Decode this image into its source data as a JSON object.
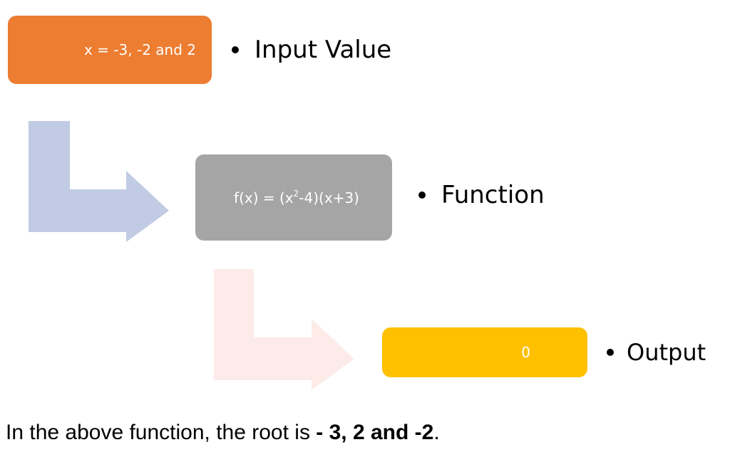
{
  "input_box": {
    "text": "x = -3, -2 and 2",
    "label": "Input Value",
    "color": "#ED7D31"
  },
  "function_box": {
    "text_prefix": "f(x) = (x",
    "exponent": "2",
    "text_suffix": "-4)(x+3)",
    "label": "Function",
    "color": "#A5A5A5"
  },
  "output_box": {
    "text": "0",
    "label": "Output",
    "color": "#FFC000"
  },
  "arrows": {
    "first_color": "#C1CBE4",
    "second_color": "#FCEBE8"
  },
  "caption": {
    "prefix": "In the above function, the root is ",
    "roots": "- 3, 2 and -2",
    "suffix": "."
  }
}
